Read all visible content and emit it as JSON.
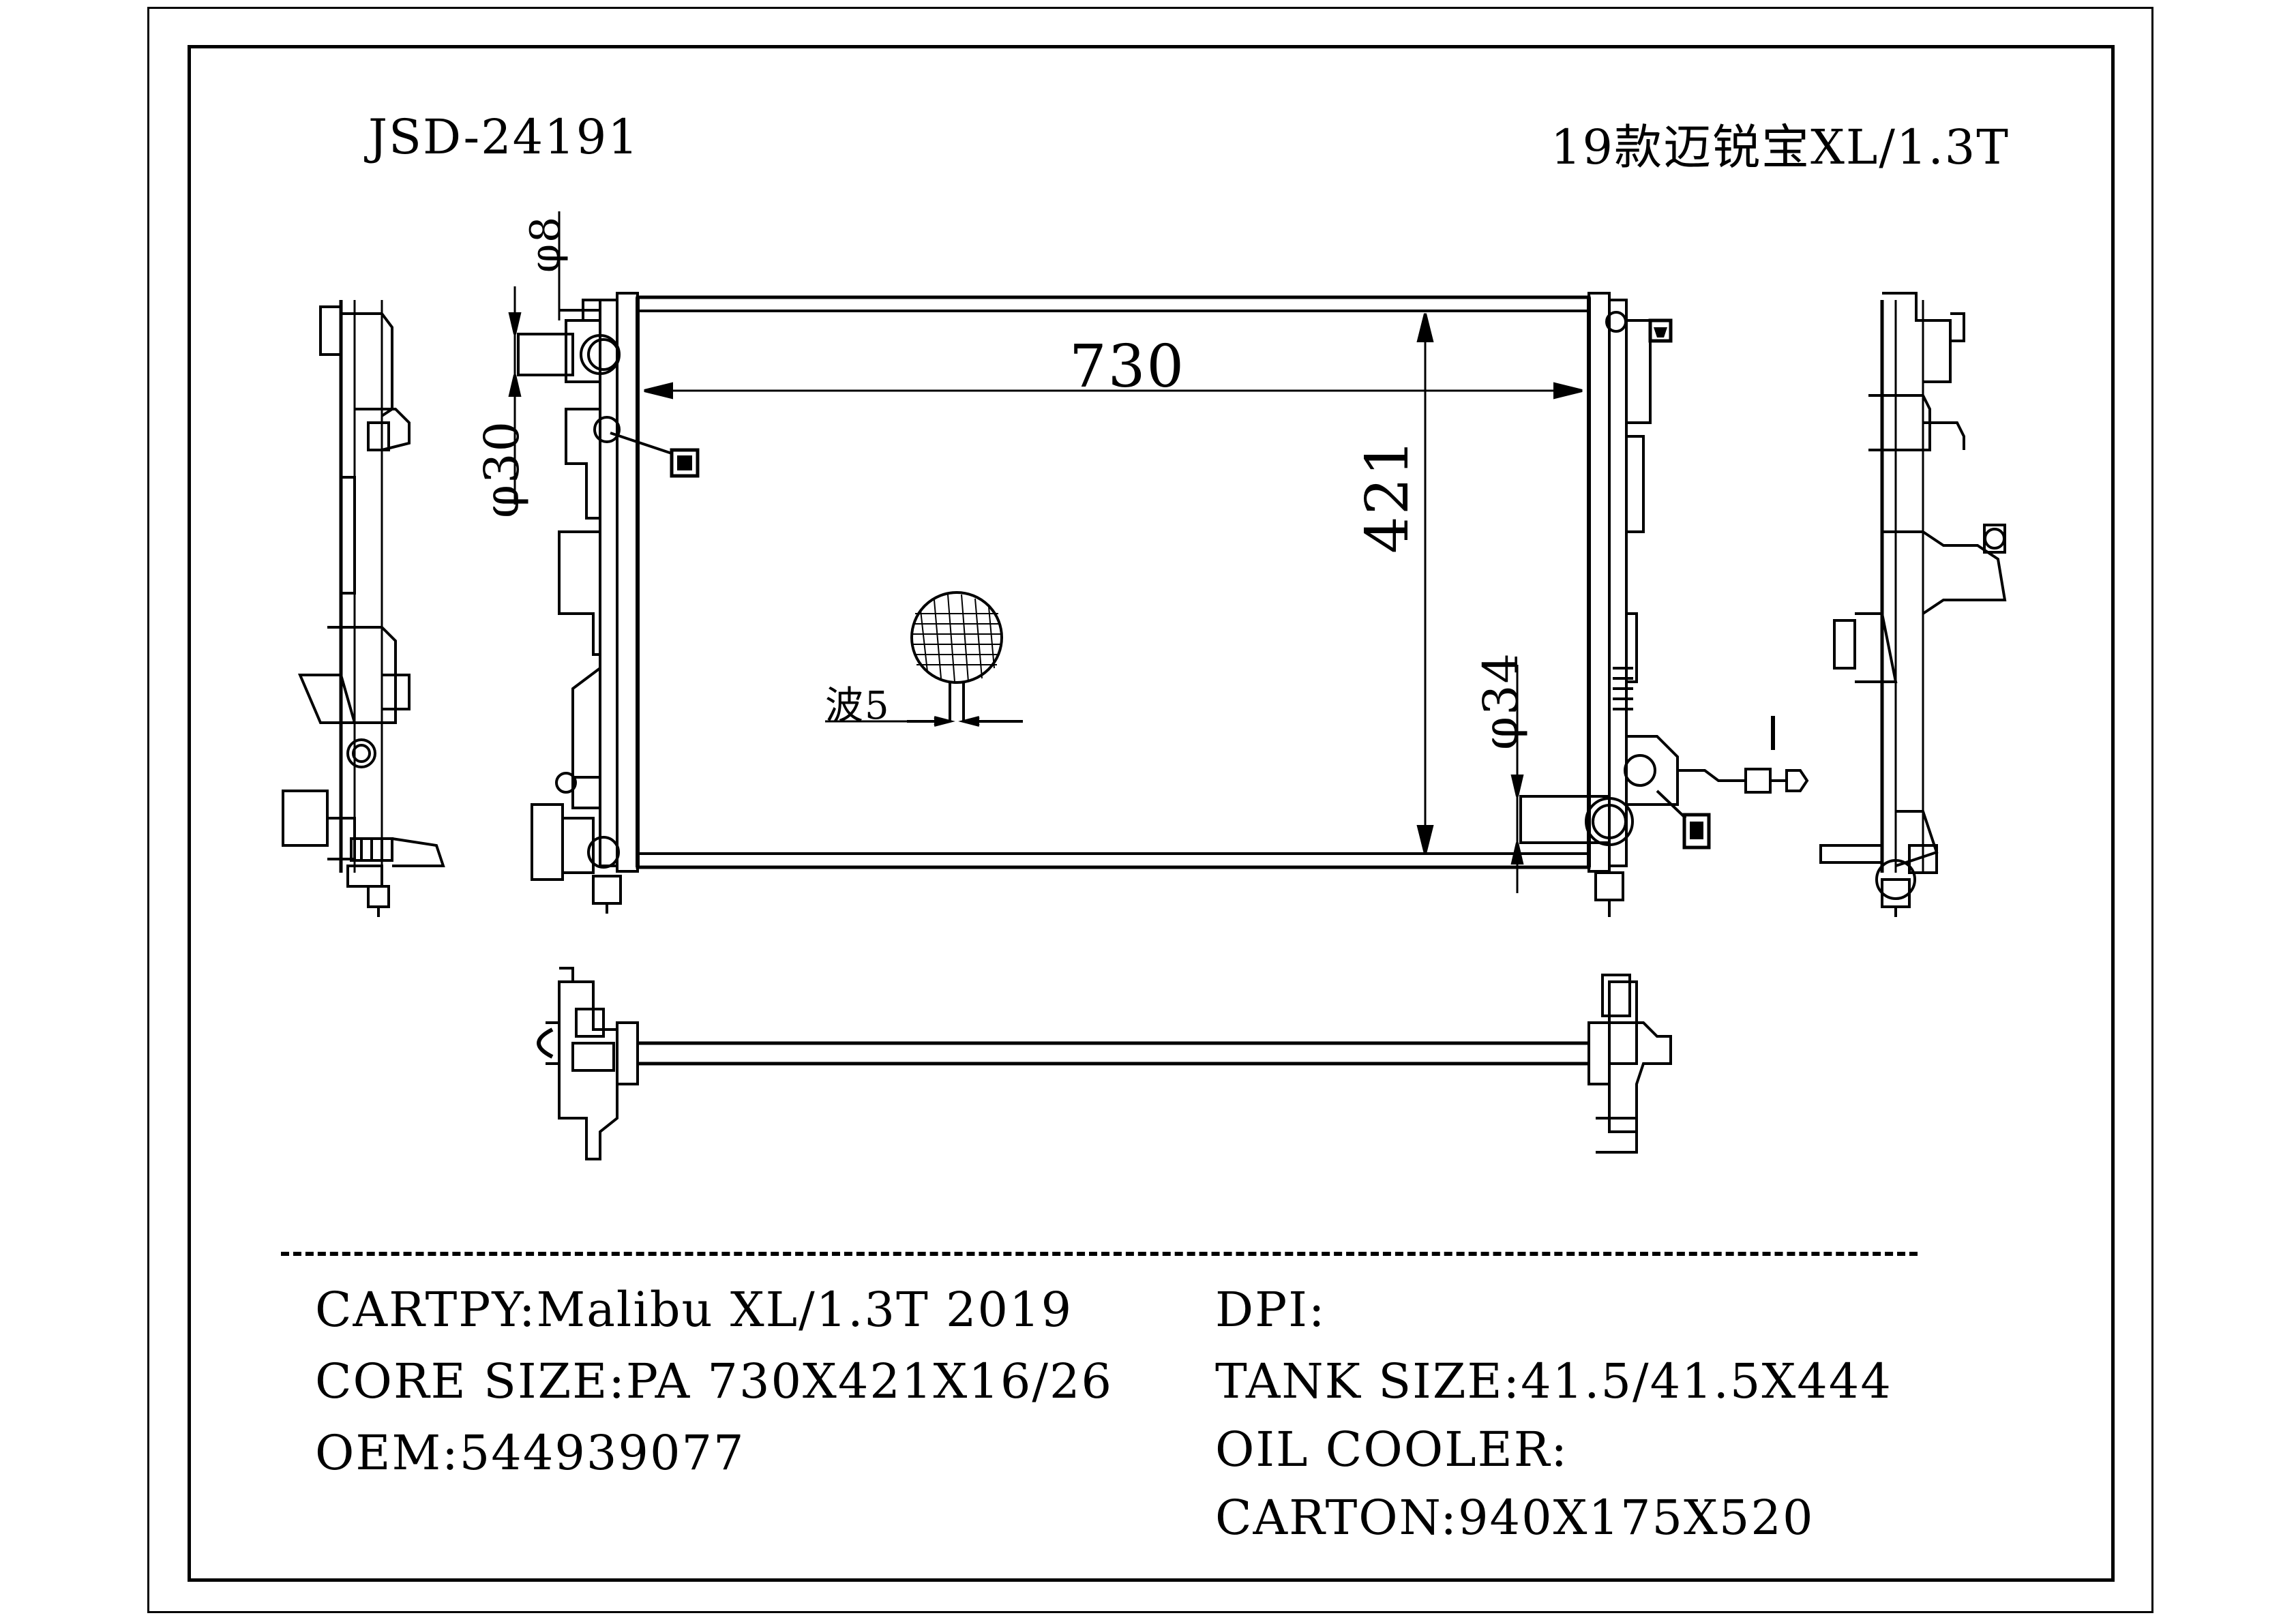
{
  "header": {
    "part_no": "JSD-24191",
    "model": "19款迈锐宝XL/1.3T"
  },
  "dimensions": {
    "width": "730",
    "height": "421",
    "inlet_diameter": "φ30",
    "inlet_small": "φ8",
    "outlet_diameter": "φ34",
    "fin_wave": "波5"
  },
  "specs": {
    "cartpy": "CARTPY:Malibu XL/1.3T 2019",
    "core_size": "CORE SIZE:PA 730X421X16/26",
    "oem": "OEM:544939077",
    "dpi": "DPI:",
    "tank_size": "TANK SIZE:41.5/41.5X444",
    "oil_cooler": "OIL COOLER:",
    "carton": "CARTON:940X175X520"
  }
}
